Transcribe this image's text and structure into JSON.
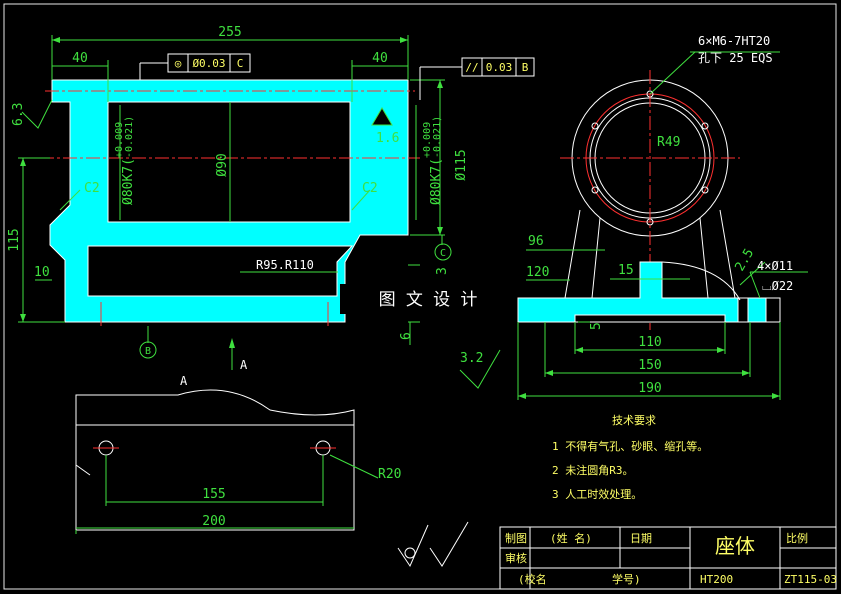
{
  "front_view": {
    "overall_length": "255",
    "left_offset": "40",
    "right_offset": "40",
    "left_chamfer": "C2",
    "right_chamfer": "C2",
    "height": "115",
    "base_height": "10",
    "inner_diameter": "Ø90",
    "bore_left": "Ø80K7(",
    "bore_left_tol_upper": "+0.009",
    "bore_left_tol_lower": "-0.021)",
    "bore_right": "Ø80K7(",
    "bore_right_tol_upper": "+0.009",
    "bore_right_tol_lower": "-0.021)",
    "outer_diameter": "Ø115",
    "fillet_radii": "R95.R110",
    "roughness_left": "6.3",
    "roughness_inner": "1.6",
    "dim_3": "3",
    "dim_6": "6",
    "datum_b": "B",
    "datum_c": "C",
    "section_mark": "A",
    "coaxiality": {
      "symbol": "◎",
      "value": "Ø0.03",
      "datum": "C"
    },
    "parallelism": {
      "symbol": "//",
      "value": "0.03",
      "datum": "B"
    }
  },
  "side_view": {
    "thread_note": "6×M6-7HT20",
    "thread_note_2": "孔下 25 EQS",
    "radius": "R49",
    "dim_96": "96",
    "dim_120": "120",
    "web_thickness": "15",
    "dim_5": "5",
    "dim_110": "110",
    "dim_150": "150",
    "dim_190": "190",
    "slope": "2.5",
    "holes": "4×Ø11",
    "counterbore": "⌴Ø22",
    "roughness": "3.2"
  },
  "view_a": {
    "label": "A",
    "hole_spacing": "155",
    "width": "200",
    "radius": "R20"
  },
  "watermark": "图 文 设 计",
  "notes": {
    "title": "技术要求",
    "items": [
      "1 不得有气孔、砂眼、缩孔等。",
      "2 未注圆角R3。",
      "3 人工时效处理。"
    ]
  },
  "title_block": {
    "drawn": "制图",
    "checked": "审核",
    "name": "(姓 名)",
    "date": "日期",
    "part_name": "座体",
    "scale": "比例",
    "school": "(校名",
    "student_no": "学号)",
    "material": "HT200",
    "drawing_no": "ZT115-03"
  }
}
